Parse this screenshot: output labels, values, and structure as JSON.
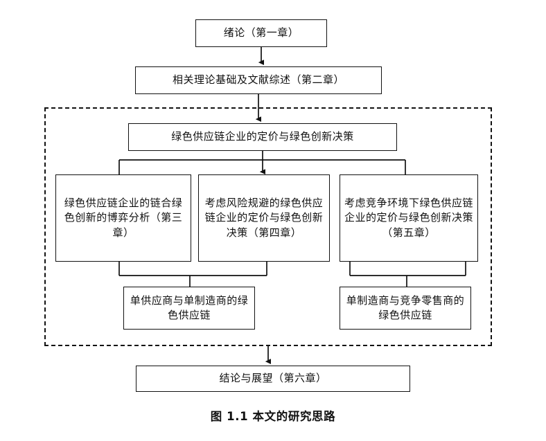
{
  "figure": {
    "caption_label": "图",
    "caption_number": "1.1",
    "caption_title": "本文的研究思路",
    "caption_full": "图 1.1  本文的研究思路"
  },
  "colors": {
    "stroke": "#111111",
    "background": "#ffffff"
  },
  "nodes": {
    "intro": "绪论（第一章）",
    "literature": "相关理论基础及文献综述（第二章）",
    "core": "绿色供应链企业的定价与绿色创新决策",
    "chapter3": "绿色供应链企业的链合绿色创新的博弈分析（第三章）",
    "chapter4": "考虑风险规避的绿色供应链企业的定价与绿色创新决策（第四章）",
    "chapter5": "考虑竞争环境下绿色供应链企业的定价与绿色创新决策（第五章）",
    "supply_chain_1": "单供应商与单制造商的绿色供应链",
    "supply_chain_2": "单制造商与竞争零售商的绿色供应链",
    "conclusion": "结论与展望（第六章）"
  },
  "chart_data": {
    "type": "diagram",
    "diagram_kind": "flowchart",
    "title": "图 1.1  本文的研究思路",
    "boxes": [
      {
        "id": "intro",
        "label": "绪论（第一章）",
        "row": 1
      },
      {
        "id": "literature",
        "label": "相关理论基础及文献综述（第二章）",
        "row": 2
      },
      {
        "id": "core",
        "label": "绿色供应链企业的定价与绿色创新决策",
        "row": 3
      },
      {
        "id": "chapter3",
        "label": "绿色供应链企业的链合绿色创新的博弈分析（第三章）",
        "row": 4
      },
      {
        "id": "chapter4",
        "label": "考虑风险规避的绿色供应链企业的定价与绿色创新决策（第四章）",
        "row": 4
      },
      {
        "id": "chapter5",
        "label": "考虑竞争环境下绿色供应链企业的定价与绿色创新决策（第五章）",
        "row": 4
      },
      {
        "id": "supply_chain_1",
        "label": "单供应商与单制造商的绿色供应链",
        "row": 5
      },
      {
        "id": "supply_chain_2",
        "label": "单制造商与竞争零售商的绿色供应链",
        "row": 5
      },
      {
        "id": "conclusion",
        "label": "结论与展望（第六章）",
        "row": 6
      }
    ],
    "edges": [
      {
        "from": "intro",
        "to": "literature",
        "arrow": true
      },
      {
        "from": "literature",
        "to": "core",
        "arrow": true
      },
      {
        "from": "core",
        "to": "chapter3",
        "arrow": false
      },
      {
        "from": "core",
        "to": "chapter4",
        "arrow": true
      },
      {
        "from": "core",
        "to": "chapter5",
        "arrow": false
      },
      {
        "from": "chapter3",
        "to": "supply_chain_1",
        "arrow": false
      },
      {
        "from": "chapter4",
        "to": "supply_chain_1",
        "arrow": false
      },
      {
        "from": "chapter5",
        "to": "supply_chain_2",
        "arrow": false
      },
      {
        "from": "dashed_region",
        "to": "conclusion",
        "arrow": true
      }
    ],
    "grouping": {
      "dashed_region_contains": [
        "core",
        "chapter3",
        "chapter4",
        "chapter5",
        "supply_chain_1",
        "supply_chain_2"
      ]
    }
  }
}
